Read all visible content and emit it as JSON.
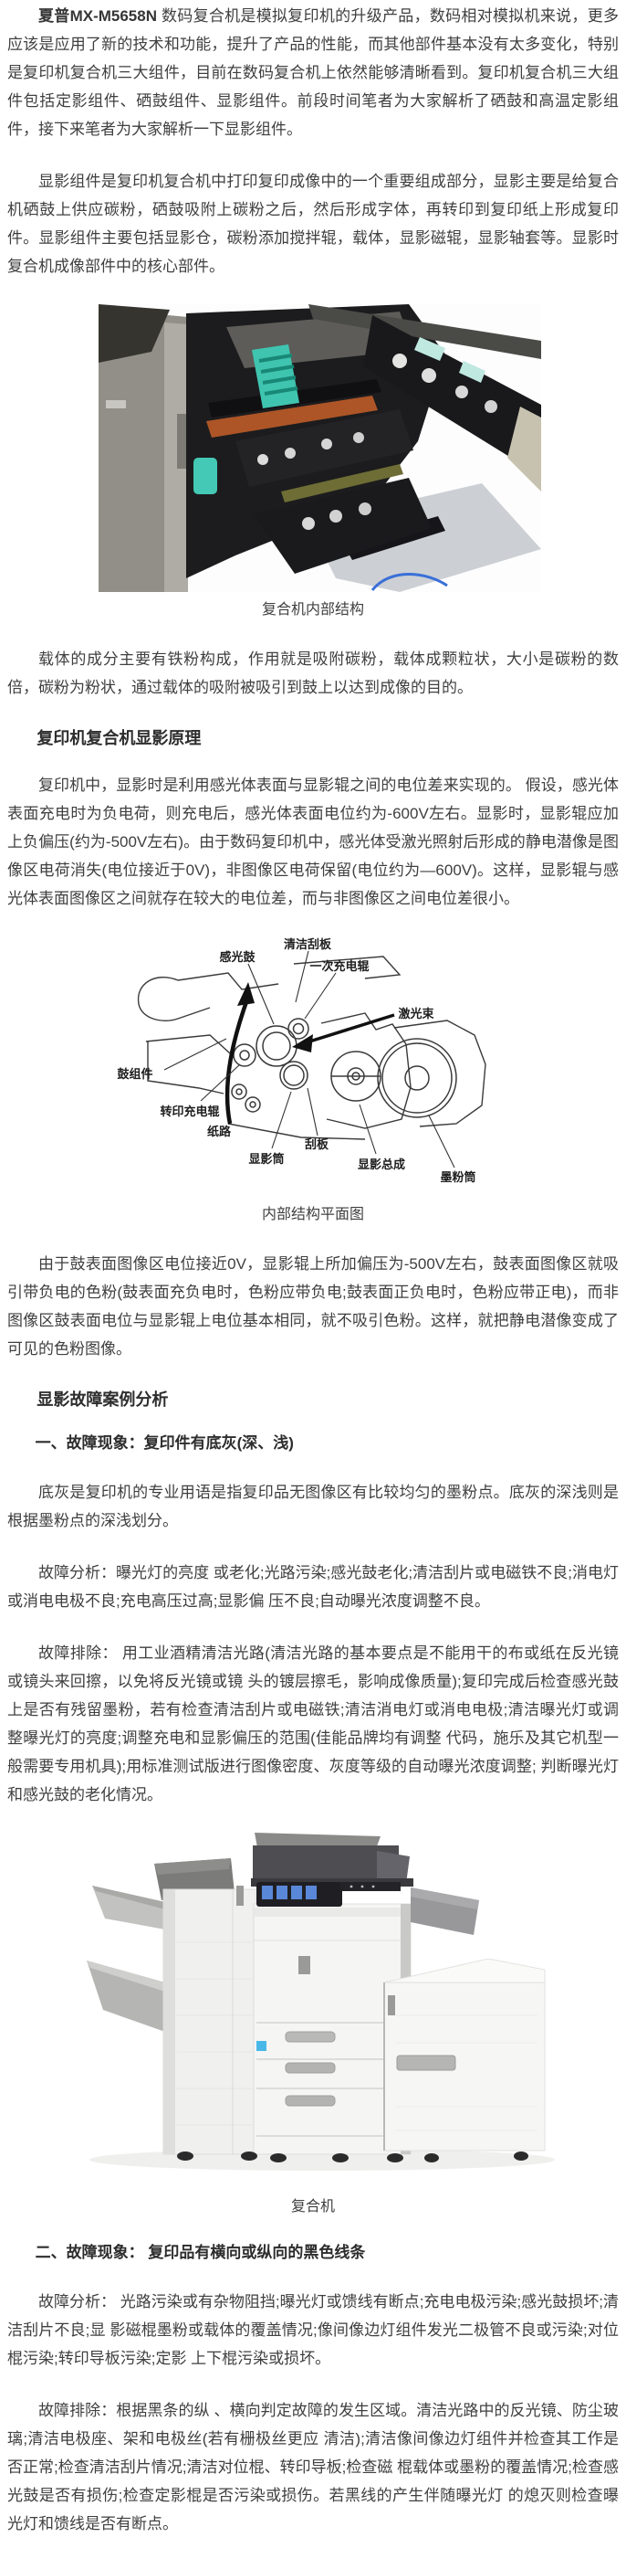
{
  "article": {
    "p1_lead": "夏普MX-M5658N",
    "p1": " 数码复合机是模拟复印机的升级产品，数码相对模拟机来说，更多应该是应用了新的技术和功能，提升了产品的性能，而其他部件基本没有太多变化，特别是复印机复合机三大组件，目前在数码复合机上依然能够清晰看到。复印机复合机三大组件包括定影组件、硒鼓组件、显影组件。前段时间笔者为大家解析了硒鼓和高温定影组件，接下来笔者为大家解析一下显影组件。",
    "p2": "显影组件是复印机复合机中打印复印成像中的一个重要组成部分，显影主要是给复合机硒鼓上供应碳粉，硒鼓吸附上碳粉之后，然后形成字体，再转印到复印纸上形成复印件。显影组件主要包括显影仓，碳粉添加搅拌辊，载体，显影磁辊，显影轴套等。显影时复合机成像部件中的核心部件。",
    "fig1_caption": "复合机内部结构",
    "p3": "载体的成分主要有铁粉构成，作用就是吸附碳粉，载体成颗粒状，大小是碳粉的数倍，碳粉为粉状，通过载体的吸附被吸引到鼓上以达到成像的目的。",
    "h1": "复印机复合机显影原理",
    "p4": "复印机中，显影时是利用感光体表面与显影辊之间的电位差来实现的。 假设，感光体表面充电时为负电荷，则充电后，感光体表面电位约为-600V左右。显影时，显影辊应加上负偏压(约为-500V左右)。由于数码复印机中，感光体受激光照射后形成的静电潜像是图像区电荷消失(电位接近于0V)，非图像区电荷保留(电位约为—600V)。这样，显影辊与感光体表面图像区之间就存在较大的电位差，而与非图像区之间电位差很小。",
    "fig2_caption": "内部结构平面图",
    "p5": "由于鼓表面图像区电位接近0V，显影辊上所加偏压为-500V左右，鼓表面图像区就吸引带负电的色粉(鼓表面充负电时，色粉应带负电;鼓表面正负电时，色粉应带正电)，而非图像区鼓表面电位与显影辊上电位基本相同，就不吸引色粉。这样，就把静电潜像变成了可见的色粉图像。",
    "h2": "显影故障案例分析",
    "h3": "一、故障现象：复印件有底灰(深、浅)",
    "p6": "底灰是复印机的专业用语是指复印品无图像区有比较均匀的墨粉点。底灰的深浅则是根据墨粉点的深浅划分。",
    "p7": "故障分析：曝光灯的亮度 或老化;光路污染;感光鼓老化;清洁刮片或电磁铁不良;消电灯或消电电极不良;充电高压过高;显影偏 压不良;自动曝光浓度调整不良。",
    "p8": "故障排除： 用工业酒精清洁光路(清洁光路的基本要点是不能用干的布或纸在反光镜或镜头来回擦，以免将反光镜或镜 头的镀层擦毛，影响成像质量);复印完成后检查感光鼓上是否有残留墨粉，若有检查清洁刮片或电磁铁;清洁消电灯或消电电极;清洁曝光灯或调整曝光灯的亮度;调整充电和显影偏压的范围(佳能品牌均有调整 代码，施乐及其它机型一般需要专用机具);用标准测试版进行图像密度、灰度等级的自动曝光浓度调整; 判断曝光灯和感光鼓的老化情况。",
    "fig3_caption": "复合机",
    "h4": "二、故障现象： 复印品有横向或纵向的黑色线条",
    "p9": "故障分析： 光路污染或有杂物阻挡;曝光灯或馈线有断点;充电电极污染;感光鼓损坏;清洁刮片不良;显 影磁棍墨粉或载体的覆盖情况;像间像边灯组件发光二极管不良或污染;对位棍污染;转印导板污染;定影 上下棍污染或损坏。",
    "p10": "故障排除：根据黑条的纵 、横向判定故障的发生区域。清洁光路中的反光镜、防尘玻璃;清洁电极座、架和电极丝(若有栅极丝更应 清洁);清洁像间像边灯组件并检查其工作是否正常;检查清洁刮片情况;清洁对位棍、转印导板;检查磁 棍载体或墨粉的覆盖情况;检查感光鼓是否有损伤;检查定影棍是否污染或损伤。若黑线的产生伴随曝光灯 的熄灭则检查曝光灯和馈线是否有断点。"
  },
  "diagram": {
    "labels": [
      "清洁刮板",
      "感光鼓",
      "一次充电辊",
      "激光束",
      "鼓组件",
      "转印充电辊",
      "纸路",
      "显影筒",
      "刮板",
      "显影总成",
      "墨粉筒"
    ]
  },
  "colors": {
    "teal_handle": "#3fc4b0",
    "teal_latch": "#43c9b5",
    "orange_roller": "#ad5526",
    "panel_blue": "#5a88d8",
    "checkmark_blue": "#49b8e8",
    "cable_blue": "#3a6fd8"
  }
}
